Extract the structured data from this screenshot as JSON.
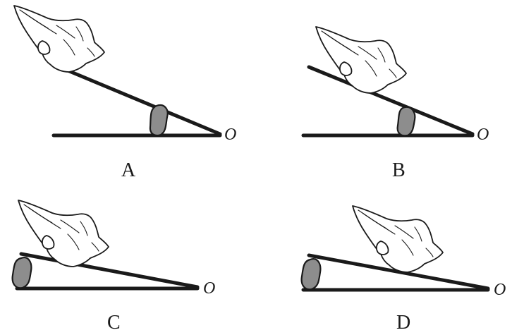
{
  "figure": {
    "pivot_label": "O",
    "panels": [
      {
        "id": "A",
        "label": "A"
      },
      {
        "id": "B",
        "label": "B"
      },
      {
        "id": "C",
        "label": "C"
      },
      {
        "id": "D",
        "label": "D"
      }
    ]
  }
}
